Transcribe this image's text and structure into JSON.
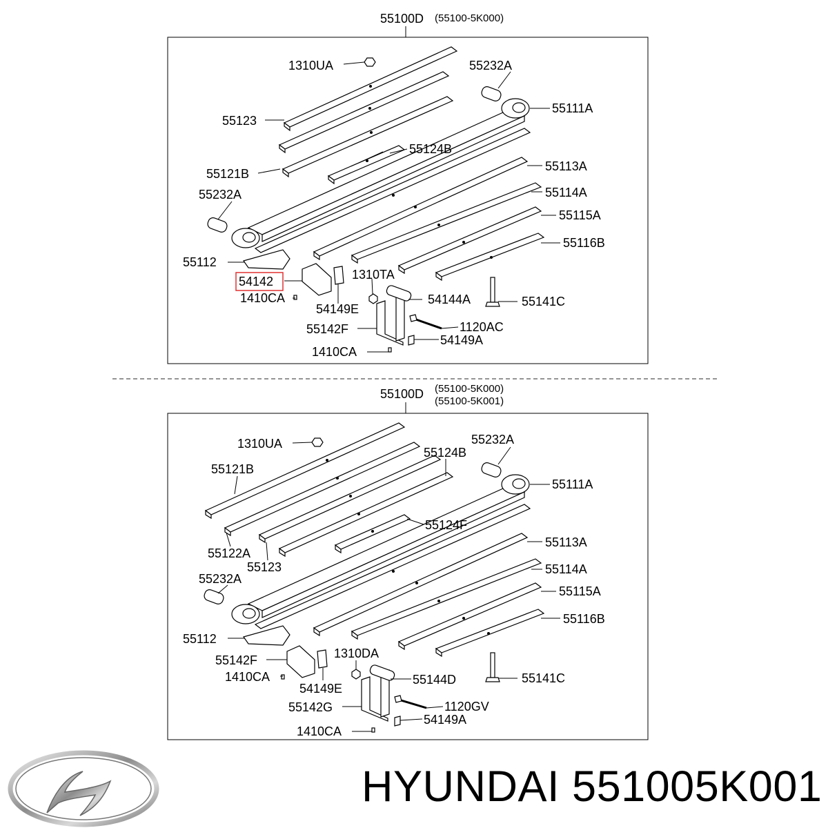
{
  "diagram_top": {
    "header_part": "55100D",
    "header_variants": [
      "(55100-5K000)"
    ],
    "labels": [
      "1310UA",
      "55232A",
      "55111A",
      "55123",
      "55124B",
      "55121B",
      "55113A",
      "55232A",
      "55114A",
      "55115A",
      "55116B",
      "55112",
      "54142",
      "1310TA",
      "1410CA",
      "54149E",
      "54144A",
      "55141C",
      "55142F",
      "1120AC",
      "54149A",
      "1410CA"
    ],
    "highlighted_label_index": 12,
    "highlight_color": "#e03030"
  },
  "diagram_bottom": {
    "header_part": "55100D",
    "header_variants": [
      "(55100-5K000)",
      "(55100-5K001)"
    ],
    "labels": [
      "1310UA",
      "55232A",
      "55124B",
      "55121B",
      "55111A",
      "55124F",
      "55122A",
      "55123",
      "55113A",
      "55232A",
      "55114A",
      "55115A",
      "55112",
      "55116B",
      "55142F",
      "1310DA",
      "1410CA",
      "54149E",
      "55144D",
      "55141C",
      "55142G",
      "1120GV",
      "54149A",
      "1410CA"
    ]
  },
  "brand": {
    "logo_icon": "hyundai-logo-icon",
    "caption": "HYUNDAI 551005K001"
  }
}
